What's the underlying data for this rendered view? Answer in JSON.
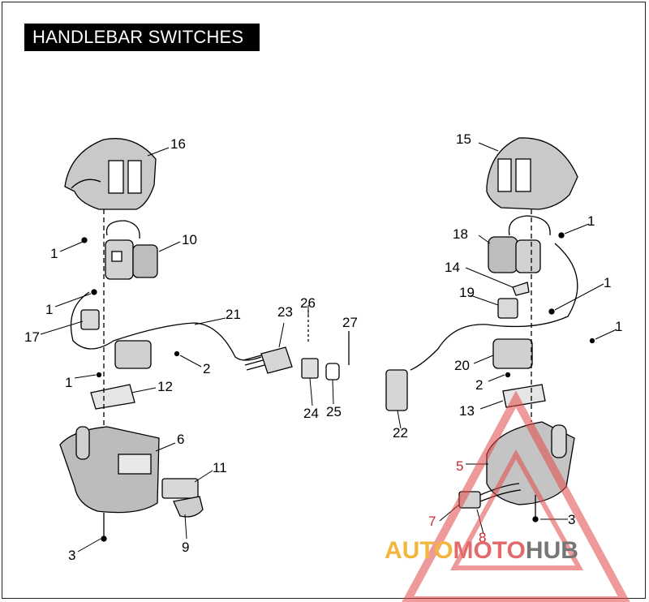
{
  "title": "HANDLEBAR SWITCHES",
  "callouts": {
    "c1a": "1",
    "c1b": "1",
    "c1c": "1",
    "c1d": "1",
    "c1e": "1",
    "c1f": "1",
    "c2a": "2",
    "c2b": "2",
    "c3a": "3",
    "c3b": "3",
    "c5": "5",
    "c6": "6",
    "c7": "7",
    "c8": "8",
    "c9": "9",
    "c10": "10",
    "c11": "11",
    "c12": "12",
    "c13": "13",
    "c14": "14",
    "c15": "15",
    "c16": "16",
    "c17": "17",
    "c18": "18",
    "c19": "19",
    "c20": "20",
    "c21": "21",
    "c22": "22",
    "c23": "23",
    "c24": "24",
    "c25": "25",
    "c26": "26",
    "c27": "27"
  },
  "watermark": {
    "part1": "AUTO",
    "part2": "MOTO",
    "part3": "HUB"
  },
  "colors": {
    "ink": "#000000",
    "watermark_red": "#e34848",
    "watermark_yellow": "#f2b63c",
    "watermark_gray": "#767676"
  }
}
